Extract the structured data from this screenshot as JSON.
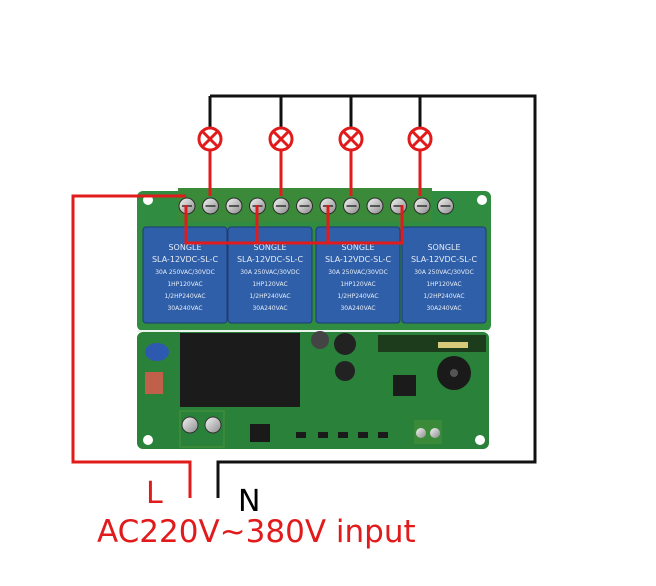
{
  "diagram": {
    "labels": {
      "live": "L",
      "neutral": "N",
      "input": "AC220V~380V input"
    },
    "relay": {
      "brand": "SONGLE",
      "model": "SLA-12VDC-SL-C",
      "rating_1": "30A 250VAC/30VDC",
      "rating_2": "1HP120VAC",
      "rating_3": "1/2HP240VAC",
      "rating_4": "30A240VAC"
    },
    "lamp_count": 4,
    "colors": {
      "live_wire": "#e11b1b",
      "neutral_wire": "#111111",
      "pcb": "#2e8b3e",
      "relay": "#2f5fa8",
      "terminal": "#3a8a3a",
      "lamp": "#e11b1b"
    }
  }
}
